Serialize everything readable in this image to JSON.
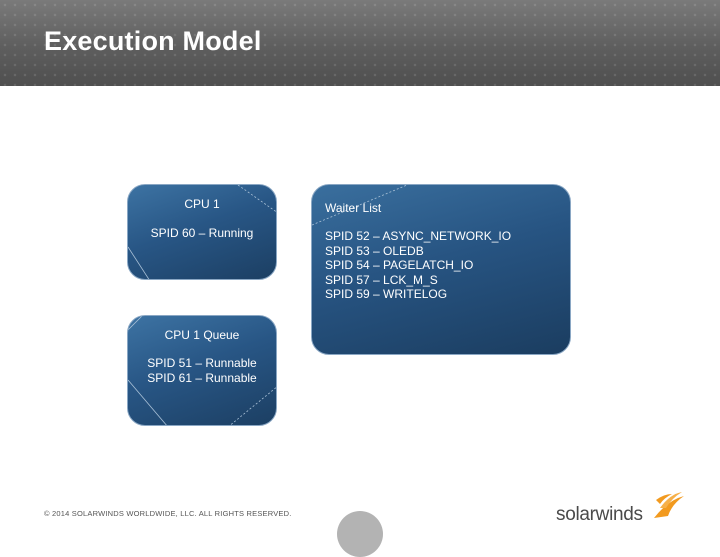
{
  "slide": {
    "title": "Execution Model"
  },
  "cpu_box": {
    "title": "CPU 1",
    "lines": [
      "SPID 60 – Running"
    ]
  },
  "queue_box": {
    "title": "CPU 1 Queue",
    "lines": [
      "SPID 51 – Runnable",
      "SPID 61 – Runnable"
    ]
  },
  "waiter_box": {
    "title": "Waiter List",
    "lines": [
      "SPID 52 – ASYNC_NETWORK_IO",
      "SPID 53 – OLEDB",
      "SPID 54 – PAGELATCH_IO",
      "SPID 57 – LCK_M_S",
      "SPID 59 – WRITELOG"
    ]
  },
  "footer": {
    "copyright": "© 2014 SOLARWINDS WORLDWIDE, LLC. ALL RIGHTS RESERVED.",
    "logo_text": "solarwinds"
  },
  "colors": {
    "header": "#5e5e5e",
    "box": "#285685",
    "logo_orange": "#f29a1f"
  }
}
